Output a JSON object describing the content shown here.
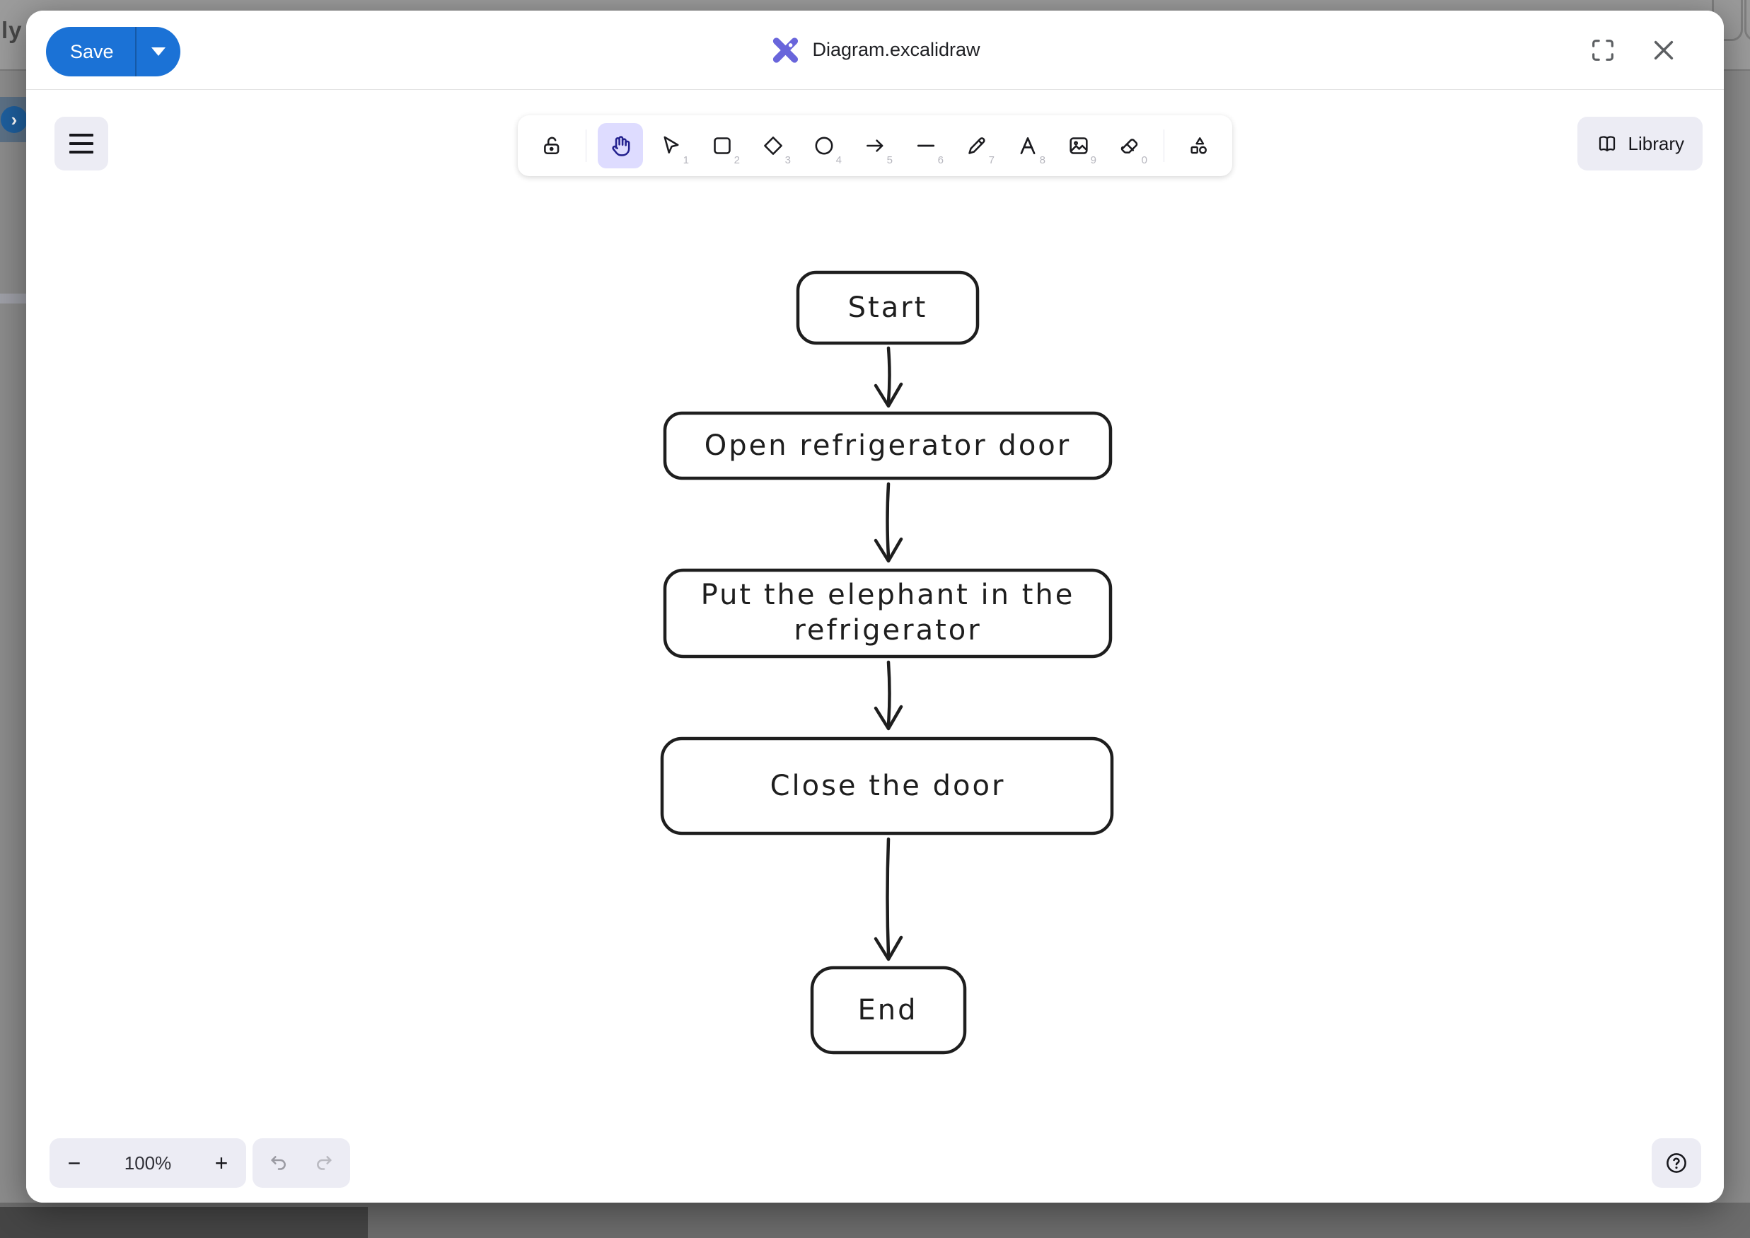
{
  "header": {
    "save_label": "Save",
    "title": "Diagram.excalidraw"
  },
  "toolbar": {
    "tools": [
      {
        "name": "lock",
        "shortcut": ""
      },
      {
        "name": "hand",
        "shortcut": "",
        "selected": true
      },
      {
        "name": "selection",
        "shortcut": "1"
      },
      {
        "name": "rectangle",
        "shortcut": "2"
      },
      {
        "name": "diamond",
        "shortcut": "3"
      },
      {
        "name": "ellipse",
        "shortcut": "4"
      },
      {
        "name": "arrow",
        "shortcut": "5"
      },
      {
        "name": "line",
        "shortcut": "6"
      },
      {
        "name": "draw",
        "shortcut": "7"
      },
      {
        "name": "text",
        "shortcut": "8"
      },
      {
        "name": "image",
        "shortcut": "9"
      },
      {
        "name": "eraser",
        "shortcut": "0"
      },
      {
        "name": "more-shapes",
        "shortcut": ""
      }
    ]
  },
  "library": {
    "label": "Library"
  },
  "footer": {
    "zoom_out": "−",
    "zoom_level": "100%",
    "zoom_in": "+"
  },
  "diagram": {
    "nodes": [
      {
        "id": "start",
        "label": "Start"
      },
      {
        "id": "open-door",
        "label": "Open refrigerator door"
      },
      {
        "id": "put-elephant",
        "label": "Put the elephant in the refrigerator",
        "line1": "Put the elephant in the",
        "line2": "refrigerator"
      },
      {
        "id": "close-door",
        "label": "Close the door"
      },
      {
        "id": "end",
        "label": "End"
      }
    ],
    "edges": [
      {
        "from": "start",
        "to": "open-door"
      },
      {
        "from": "open-door",
        "to": "put-elephant"
      },
      {
        "from": "put-elephant",
        "to": "close-door"
      },
      {
        "from": "close-door",
        "to": "end"
      }
    ]
  },
  "backdrop": {
    "partial_text": "ly F"
  },
  "colors": {
    "save_blue": "#1b72d6",
    "excalidraw_purple": "#6965db",
    "selected_tool_bg": "#dedcff",
    "diagram_stroke": "#1e1e1e",
    "button_gray": "#ececf4"
  }
}
